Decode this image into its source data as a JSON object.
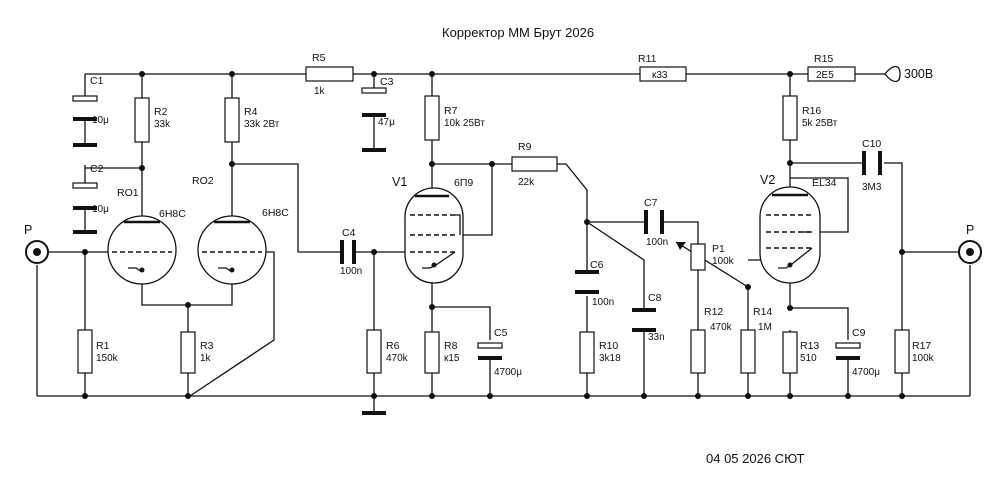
{
  "title": "Корректор ММ Брут 2026",
  "footer": "04 05 2026 СЮТ",
  "supply": "300В",
  "ports": {
    "in": "P",
    "out": "P"
  },
  "tubes": [
    {
      "ref": "RO1",
      "type": "6Н8С"
    },
    {
      "ref": "RO2",
      "type": "6Н8С"
    },
    {
      "ref": "V1",
      "type": "6П9"
    },
    {
      "ref": "V2",
      "type": "EL34"
    }
  ],
  "resistors": [
    {
      "ref": "R1",
      "value": "150k"
    },
    {
      "ref": "R2",
      "value": "33k"
    },
    {
      "ref": "R3",
      "value": "1k"
    },
    {
      "ref": "R4",
      "value": "33k 2Вт"
    },
    {
      "ref": "R5",
      "value": "1k"
    },
    {
      "ref": "R6",
      "value": "470k"
    },
    {
      "ref": "R7",
      "value": "10k 25Вт"
    },
    {
      "ref": "R8",
      "value": "к15"
    },
    {
      "ref": "R9",
      "value": "22k"
    },
    {
      "ref": "R10",
      "value": "3k18"
    },
    {
      "ref": "R11",
      "value": "к33"
    },
    {
      "ref": "R12",
      "value": "470k"
    },
    {
      "ref": "R13",
      "value": "510"
    },
    {
      "ref": "R14",
      "value": "1M"
    },
    {
      "ref": "R15",
      "value": "2E5"
    },
    {
      "ref": "R16",
      "value": "5k 25Вт"
    },
    {
      "ref": "R17",
      "value": "100k"
    },
    {
      "ref": "P1",
      "value": "100k"
    }
  ],
  "capacitors": [
    {
      "ref": "C1",
      "value": "10μ"
    },
    {
      "ref": "C2",
      "value": "10μ"
    },
    {
      "ref": "C3",
      "value": "47μ"
    },
    {
      "ref": "C4",
      "value": "100n"
    },
    {
      "ref": "C5",
      "value": "4700μ"
    },
    {
      "ref": "C6",
      "value": "100n"
    },
    {
      "ref": "C7",
      "value": "100n"
    },
    {
      "ref": "C8",
      "value": "33n"
    },
    {
      "ref": "C9",
      "value": "4700μ"
    },
    {
      "ref": "C10",
      "value": "3M3"
    }
  ]
}
